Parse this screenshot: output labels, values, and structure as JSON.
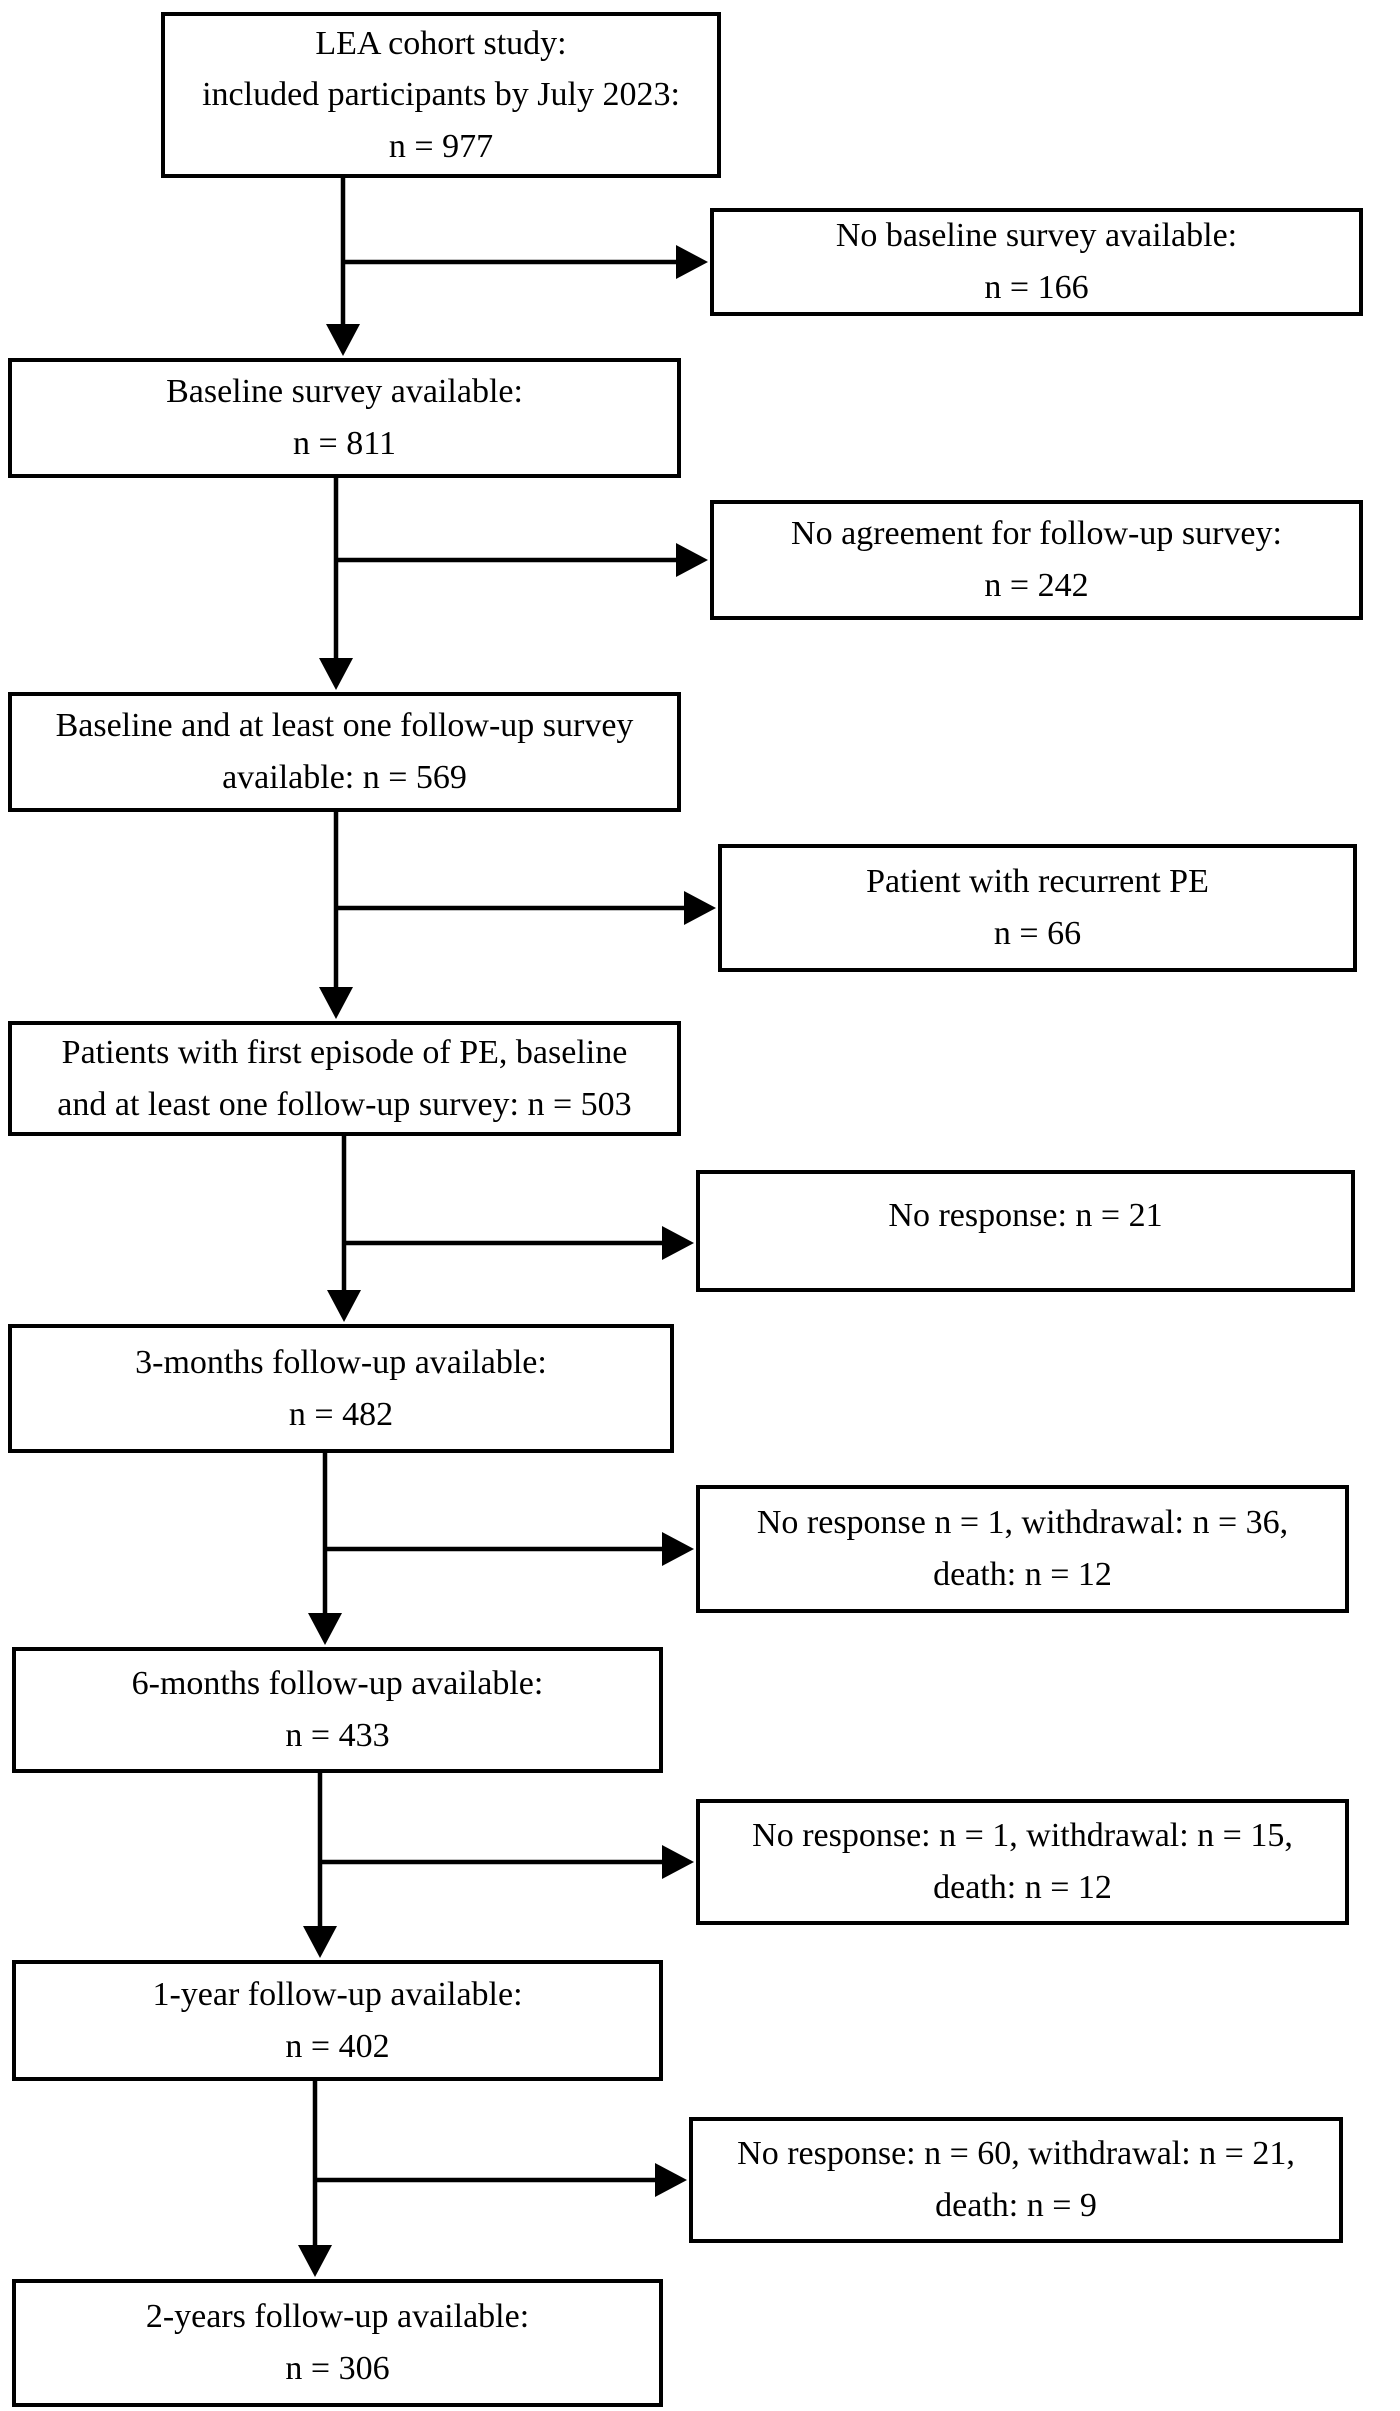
{
  "flow": {
    "description": "Participant flow diagram of the LEA cohort study",
    "colors": {
      "box_border": "#000000",
      "box_background": "#ffffff",
      "text": "#000000",
      "arrow": "#000000",
      "page_background": "#ffffff"
    },
    "main_boxes": [
      {
        "id": "enrolled",
        "n": 977,
        "lines": [
          "LEA cohort study:",
          "included participants by July 2023:",
          "n = 977"
        ]
      },
      {
        "id": "baseline-available",
        "n": 811,
        "lines": [
          "Baseline survey available:",
          "n = 811"
        ]
      },
      {
        "id": "baseline-plus-followup",
        "n": 569,
        "lines": [
          "Baseline and at least one follow-up survey",
          "available: n = 569"
        ]
      },
      {
        "id": "first-episode-pe",
        "n": 503,
        "lines": [
          "Patients with first episode of PE, baseline",
          "and at least one follow-up survey: n = 503"
        ]
      },
      {
        "id": "followup-3-months",
        "n": 482,
        "lines": [
          "3-months follow-up available:",
          "n = 482"
        ]
      },
      {
        "id": "followup-6-months",
        "n": 433,
        "lines": [
          "6-months follow-up available:",
          "n = 433"
        ]
      },
      {
        "id": "followup-1-year",
        "n": 402,
        "lines": [
          "1-year follow-up available:",
          "n = 402"
        ]
      },
      {
        "id": "followup-2-years",
        "n": 306,
        "lines": [
          "2-years follow-up available:",
          "n = 306"
        ]
      }
    ],
    "exclusion_boxes": [
      {
        "id": "no-baseline-survey",
        "n": 166,
        "lines": [
          "No baseline survey available:",
          "n = 166"
        ]
      },
      {
        "id": "no-followup-agreement",
        "n": 242,
        "lines": [
          "No agreement for follow-up survey:",
          "n = 242"
        ]
      },
      {
        "id": "recurrent-pe",
        "n": 66,
        "lines": [
          "Patient with recurrent PE",
          "n = 66"
        ]
      },
      {
        "id": "lost-before-3-months",
        "n": 21,
        "lines": [
          "No response: n = 21"
        ]
      },
      {
        "id": "lost-before-6-months",
        "lines": [
          "No response n = 1, withdrawal: n = 36,",
          "death: n = 12"
        ]
      },
      {
        "id": "lost-before-1-year",
        "lines": [
          "No response: n = 1, withdrawal: n = 15,",
          "death: n = 12"
        ]
      },
      {
        "id": "lost-before-2-years",
        "lines": [
          "No response: n = 60, withdrawal: n = 21,",
          "death: n = 9"
        ]
      }
    ]
  }
}
